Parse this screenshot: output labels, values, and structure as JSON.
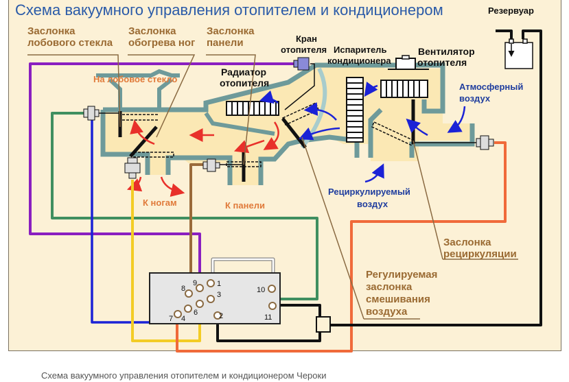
{
  "title": "Схема вакуумного управления отопителем и кондиционером",
  "caption": "Схема вакуумного управления отопителем и кондиционером Чероки",
  "colors": {
    "background": "#fcf1d6",
    "duct": "#6e9a9a",
    "title": "#2a5aa8",
    "label_brown": "#9a6a32",
    "label_blue": "#1f3d9e",
    "label_orange": "#e07a3a",
    "hose_purple": "#8a1fc0",
    "hose_green": "#3f8f60",
    "hose_blue": "#1b22d6",
    "hose_yellow": "#f3cc24",
    "hose_brown": "#9a6a3a",
    "hose_orange": "#f06a3a",
    "hose_black": "#111111"
  },
  "labels": {
    "windshield_door": [
      "Заслонка",
      "лобового стекла"
    ],
    "floor_door": [
      "Заслонка",
      "обогрева ног"
    ],
    "panel_door": [
      "Заслонка",
      "панели"
    ],
    "heater_valve": [
      "Кран",
      "отопителя"
    ],
    "evaporator": [
      "Испаритель",
      "кондиционера"
    ],
    "blower": [
      "Вентилятор",
      "отопителя"
    ],
    "reservoir": "Резервуар",
    "heater_core": [
      "Радиатор",
      "отопителя"
    ],
    "to_windshield": "На лобовое стекло",
    "outside_air": [
      "Атмосферный",
      "воздух"
    ],
    "to_floor": "К ногам",
    "to_panel": "К панели",
    "recirc_air": [
      "Рециркулируемый",
      "воздух"
    ],
    "recirc_door": [
      "Заслонка",
      "рециркуляции"
    ],
    "blend_door": [
      "Регулируемая",
      "заслонка",
      "смешивания",
      "воздуха"
    ]
  },
  "connector": {
    "pins": [
      "1",
      "2",
      "3",
      "4",
      "6",
      "7",
      "8",
      "9",
      "10",
      "11"
    ]
  }
}
